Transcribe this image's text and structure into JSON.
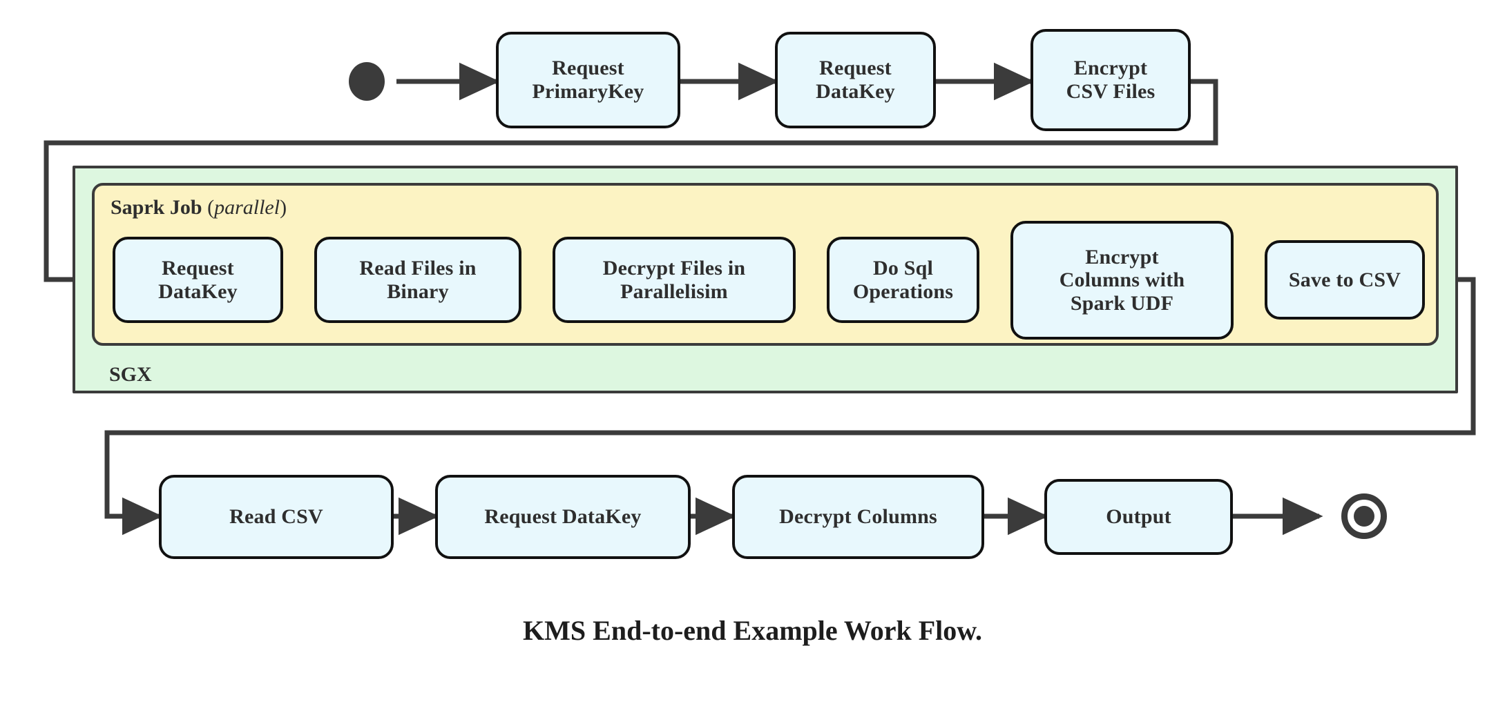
{
  "figure": {
    "caption": "KMS End-to-end Example Work Flow.",
    "colors": {
      "node_fill": "#e8f8fd",
      "node_stroke": "#111111",
      "sgx_fill": "#ddf7e0",
      "spark_fill": "#fcf3c3",
      "region_stroke": "#3b3b3b",
      "arrow": "#3b3b3b",
      "text": "#2e2e2e",
      "background": "#ffffff"
    }
  },
  "regions": {
    "sgx": {
      "label": "SGX"
    },
    "spark": {
      "label": "Saprk Job",
      "qualifier_open": "(",
      "qualifier": "parallel",
      "qualifier_close": ")"
    }
  },
  "markers": {
    "start": "start-node",
    "end": "final-node"
  },
  "rows": {
    "top": [
      {
        "line1": "Request",
        "line2": "PrimaryKey"
      },
      {
        "line1": "Request",
        "line2": "DataKey"
      },
      {
        "line1": "Encrypt",
        "line2": "CSV Files"
      }
    ],
    "spark": [
      {
        "line1": "Request",
        "line2": "DataKey",
        "line3": ""
      },
      {
        "line1": "Read Files in",
        "line2": "Binary",
        "line3": ""
      },
      {
        "line1": "Decrypt Files in",
        "line2": "Parallelisim",
        "line3": ""
      },
      {
        "line1": "Do Sql",
        "line2": "Operations",
        "line3": ""
      },
      {
        "line1": "Encrypt",
        "line2": "Columns with",
        "line3": "Spark UDF"
      },
      {
        "line1": "Save to CSV",
        "line2": "",
        "line3": ""
      }
    ],
    "bottom": [
      {
        "line1": "Read CSV"
      },
      {
        "line1": "Request DataKey"
      },
      {
        "line1": "Decrypt Columns"
      },
      {
        "line1": "Output"
      }
    ]
  }
}
